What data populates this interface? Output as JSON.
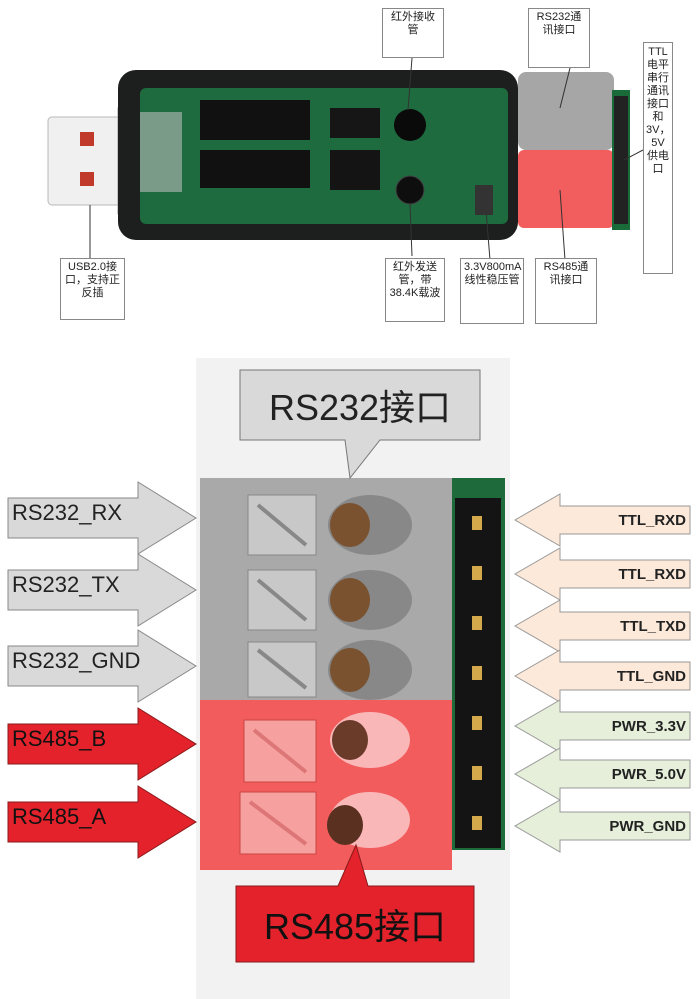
{
  "top_callouts": {
    "ir_receiver": "红外接收管",
    "rs232_port": "RS232通讯接口",
    "ttl_port": "TTL电平串行通讯接口和3V，5V供电口",
    "usb": "USB2.0接口，支持正反插",
    "ir_transmitter": "红外发送管，带38.4K载波",
    "regulator": "3.3V800mA线性稳压管",
    "rs485_port": "RS485通讯接口"
  },
  "headings": {
    "rs232": "RS232接口",
    "rs485": "RS485接口"
  },
  "left_labels": [
    "RS232_RX",
    "RS232_TX",
    "RS232_GND",
    "RS485_B",
    "RS485_A"
  ],
  "right_labels": [
    "TTL_RXD",
    "TTL_RXD",
    "TTL_TXD",
    "TTL_GND",
    "PWR_3.3V",
    "PWR_5.0V",
    "PWR_GND"
  ],
  "colors": {
    "gray_arrow": "#d9d9d9",
    "red_arrow": "#e3222b",
    "ttl_arrow": "#fde9d9",
    "pwr_arrow": "#e6efda",
    "terminal_gray": "#a8a8a8",
    "terminal_red": "#f45a5a",
    "pcb_green": "#1f6a3a"
  }
}
